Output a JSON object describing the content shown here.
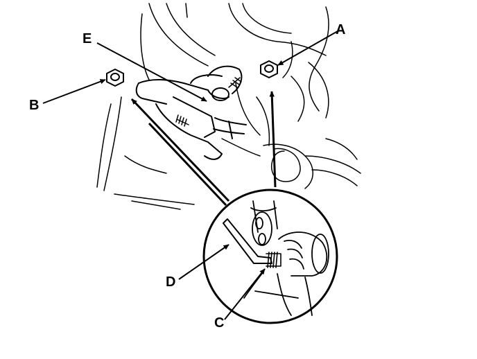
{
  "figure": {
    "callouts": [
      {
        "id": "A",
        "label": "A"
      },
      {
        "id": "B",
        "label": "B"
      },
      {
        "id": "C",
        "label": "C"
      },
      {
        "id": "D",
        "label": "D"
      },
      {
        "id": "E",
        "label": "E"
      }
    ],
    "colors": {
      "ink": "#000000",
      "paper": "#ffffff"
    }
  }
}
